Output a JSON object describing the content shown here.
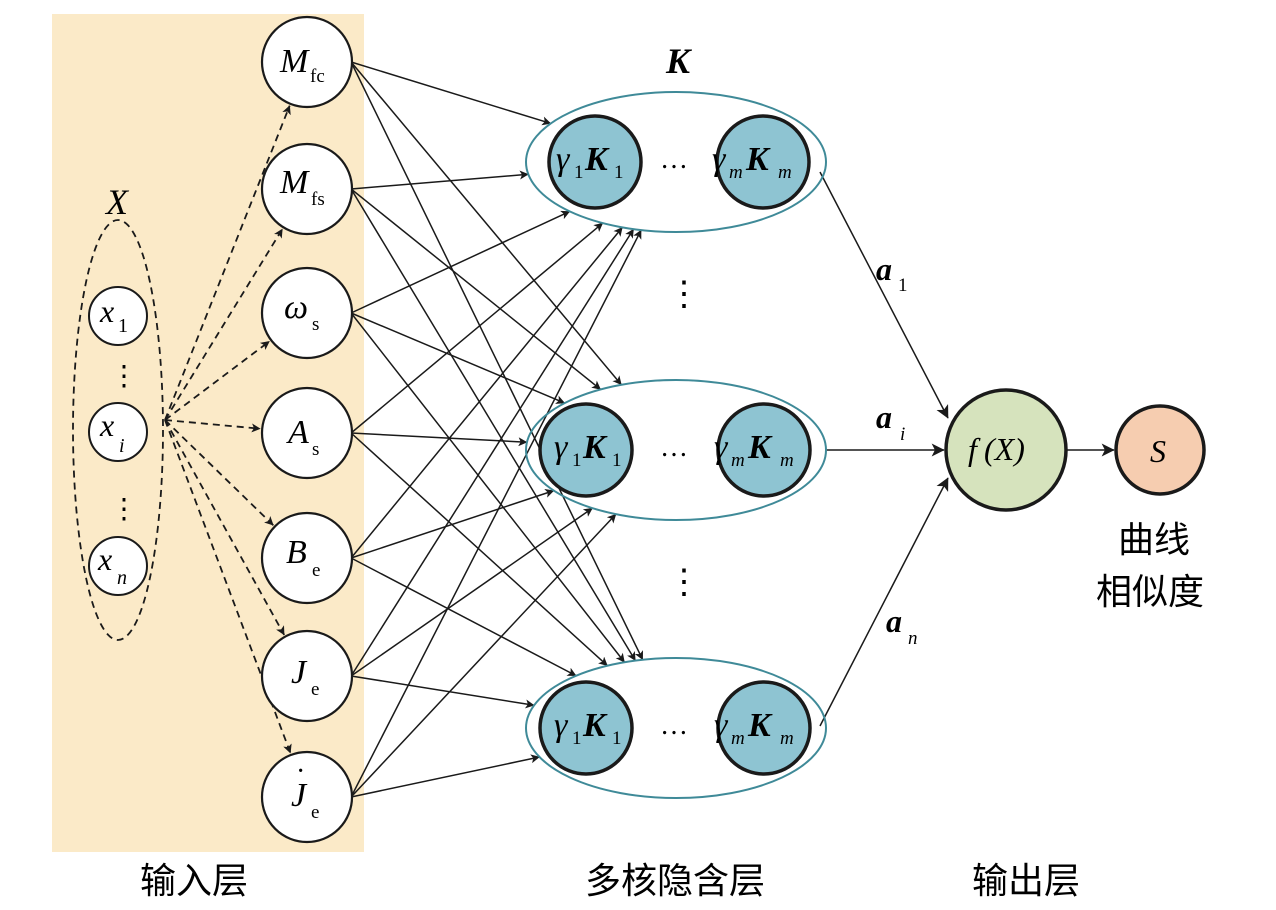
{
  "labels": {
    "input_set": "X",
    "kernel_group": "K",
    "input_layer": "输入层",
    "hidden_layer": "多核隐含层",
    "output_layer": "输出层",
    "output_caption_line1": "曲线",
    "output_caption_line2": "相似度",
    "fx_func": "f",
    "fx_arg": "(X)",
    "s_label": "S",
    "ellipsis_h": "…",
    "ellipsis_v": "⋮"
  },
  "x_items": [
    {
      "base": "x",
      "sub": "1"
    },
    {
      "base": "x",
      "sub": "i"
    },
    {
      "base": "x",
      "sub": "n"
    }
  ],
  "input_nodes": [
    {
      "base": "M",
      "sub": "fc"
    },
    {
      "base": "M",
      "sub": "fs"
    },
    {
      "base": "ω",
      "sub": "s"
    },
    {
      "base": "A",
      "sub": "s"
    },
    {
      "base": "B",
      "sub": "e"
    },
    {
      "base": "J",
      "sub": "e"
    },
    {
      "base": "J",
      "sub": "e",
      "dot": "·"
    }
  ],
  "kernel_nodes": {
    "first": {
      "gamma": "γ",
      "gamma_sub": "1",
      "k": "K",
      "k_sub": "1"
    },
    "last": {
      "gamma": "γ",
      "gamma_sub": "m",
      "k": "K",
      "k_sub": "m"
    }
  },
  "weights": [
    {
      "base": "a",
      "sub": "1"
    },
    {
      "base": "a",
      "sub": "i"
    },
    {
      "base": "a",
      "sub": "n"
    }
  ],
  "colors": {
    "input_band": "#fbeac8",
    "kernel_fill": "#8ec4d2",
    "kernel_group_stroke": "#3f8a98",
    "fx_fill": "#d6e3bd",
    "s_fill": "#f6cdb0"
  }
}
